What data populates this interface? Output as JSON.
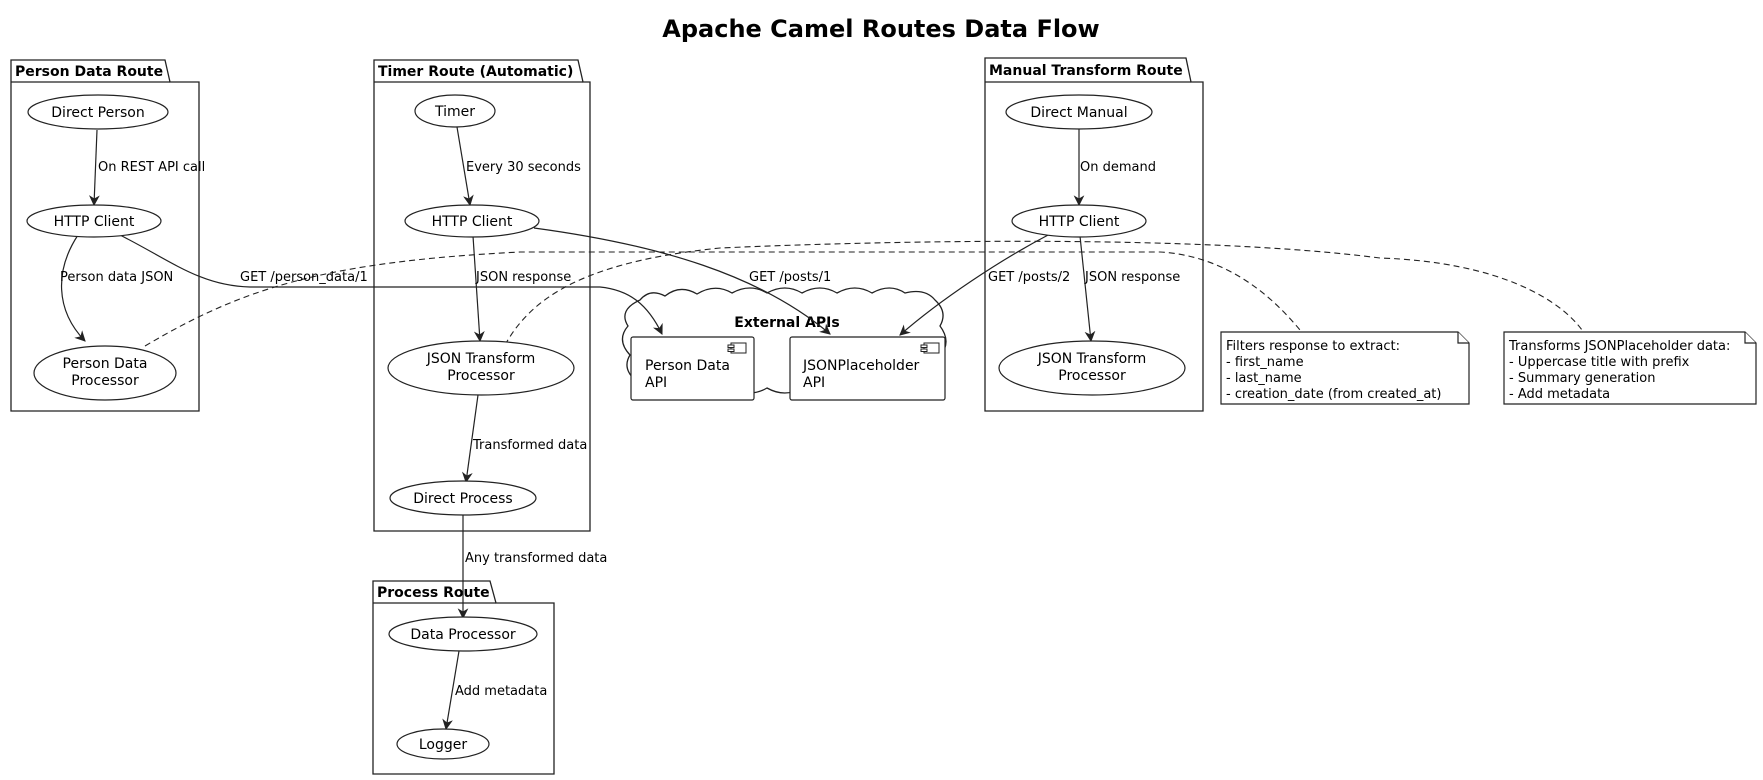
{
  "title": "Apache Camel Routes Data Flow",
  "packages": {
    "person": "Person Data Route",
    "timer": "Timer Route (Automatic)",
    "manual": "Manual Transform Route",
    "process": "Process Route",
    "external": "External APIs"
  },
  "nodes": {
    "direct_person": "Direct Person",
    "http_client_person": "HTTP Client",
    "person_processor": [
      "Person Data",
      "Processor"
    ],
    "timer": "Timer",
    "http_client_timer": "HTTP Client",
    "json_processor_timer": [
      "JSON Transform",
      "Processor"
    ],
    "direct_process": "Direct Process",
    "direct_manual": "Direct Manual",
    "http_client_manual": "HTTP Client",
    "json_processor_manual": [
      "JSON Transform",
      "Processor"
    ],
    "data_processor": "Data Processor",
    "logger": "Logger",
    "person_api": [
      "Person Data",
      "API"
    ],
    "jsonplaceholder_api": [
      "JSONPlaceholder",
      "API"
    ]
  },
  "edges": {
    "on_rest_call": "On REST API call",
    "person_json": "Person data JSON",
    "get_person": "GET /person_data/1",
    "every_30s": "Every 30 seconds",
    "json_response_timer": "JSON response",
    "get_posts_1": "GET /posts/1",
    "transformed": "Transformed data",
    "any_transformed": "Any transformed data",
    "add_metadata": "Add metadata",
    "on_demand": "On demand",
    "get_posts_2": "GET /posts/2",
    "json_response_manual": "JSON response"
  },
  "notes": {
    "filters": [
      "Filters response to extract:",
      "- first_name",
      "- last_name",
      "- creation_date (from created_at)"
    ],
    "transforms": [
      "Transforms JSONPlaceholder data:",
      "- Uppercase title with prefix",
      "- Summary generation",
      "- Add metadata"
    ]
  }
}
